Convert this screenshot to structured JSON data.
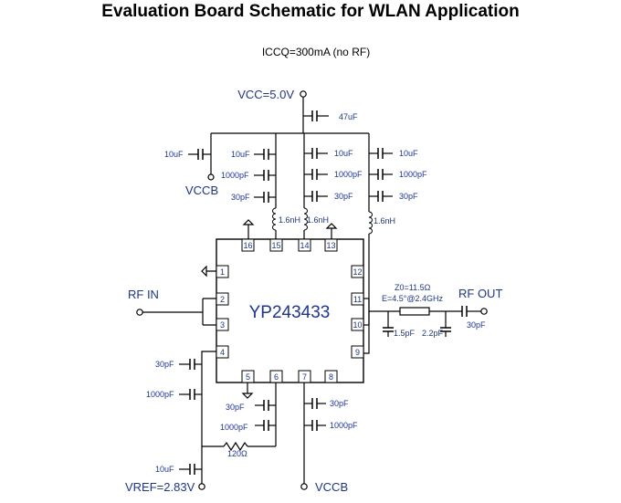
{
  "title": "Evaluation Board Schematic for WLAN Application",
  "subtitle": "ICCQ=300mA (no RF)",
  "chip": {
    "name": "YP243433",
    "pins": [
      "1",
      "2",
      "3",
      "4",
      "5",
      "6",
      "7",
      "8",
      "9",
      "10",
      "11",
      "12",
      "13",
      "14",
      "15",
      "16"
    ]
  },
  "nets": {
    "vcc": "VCC=5.0V",
    "vccb_top": "VCCB",
    "vccb_bottom": "VCCB",
    "rf_in": "RF IN",
    "rf_out": "RF OUT",
    "vref": "VREF=2.83V"
  },
  "components": {
    "c_47u": "47uF",
    "left_10u": "10uF",
    "p15_10u": "10uF",
    "p15_1000p": "1000pF",
    "p15_30p": "30pF",
    "p14_10u": "10uF",
    "p14_1000p": "1000pF",
    "p14_30p": "30pF",
    "r_10u": "10uF",
    "r_1000p": "1000pF",
    "r_30p": "30pF",
    "l15": "1.6nH",
    "l14": "1.6nH",
    "l_right": "1.6nH",
    "tline_z": "Z0=11.5Ω",
    "tline_e": "E=4.5°@2.4GHz",
    "c_out": "30pF",
    "c_1p5": "1.5pF",
    "c_2p2": "2.2pF",
    "v_30p": "30pF",
    "v_1000p": "1000pF",
    "v_10u": "10uF",
    "b6_30p": "30pF",
    "b6_1000p": "1000pF",
    "r_120": "120Ω",
    "b7_30p": "30pF",
    "b7_1000p": "1000pF"
  }
}
